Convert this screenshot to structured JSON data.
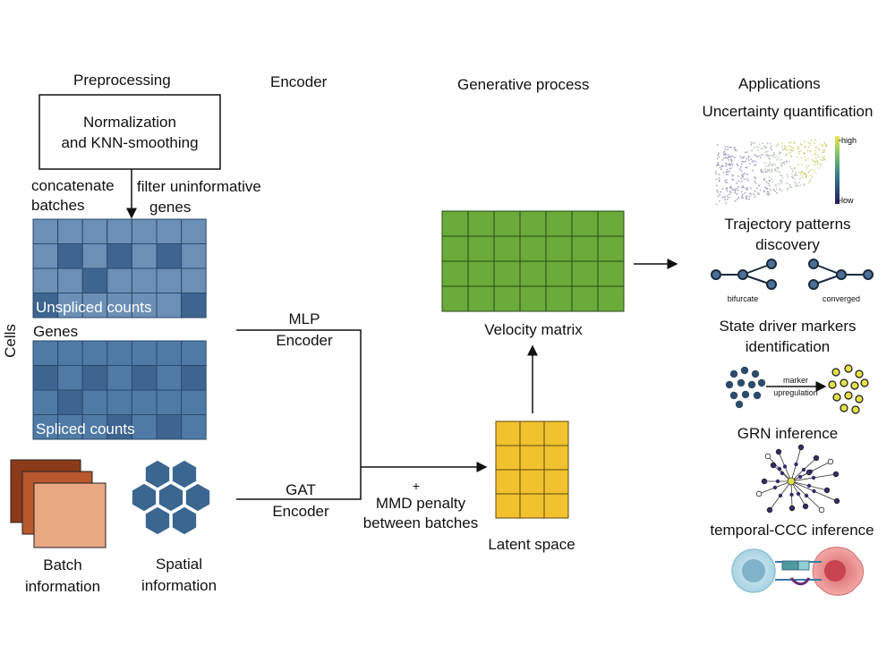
{
  "headers": {
    "preprocessing": "Preprocessing",
    "encoder": "Encoder",
    "generative": "Generative process",
    "applications": "Applications"
  },
  "preprocessing": {
    "box_line1": "Normalization",
    "box_line2": "and KNN-smoothing",
    "concat_line1": "concatenate",
    "concat_line2": "batches",
    "filter_line1": "filter uninformative",
    "filter_line2": "genes"
  },
  "matrices": {
    "unspliced": "Unspliced counts",
    "spliced": "Spliced counts",
    "genes": "Genes",
    "cells": "Cells"
  },
  "inputs": {
    "batch_line1": "Batch",
    "batch_line2": "information",
    "spatial_line1": "Spatial",
    "spatial_line2": "information"
  },
  "encoders": {
    "mlp_line1": "MLP",
    "mlp_line2": "Encoder",
    "gat_line1": "GAT",
    "gat_line2": "Encoder",
    "plus": "+",
    "mmd_line1": "MMD penalty",
    "mmd_line2": "between batches"
  },
  "generative": {
    "velocity": "Velocity matrix",
    "latent": "Latent space"
  },
  "applications": {
    "uncertainty": "Uncertainty quantification",
    "high": "high",
    "low": "low",
    "trajectory_line1": "Trajectory patterns",
    "trajectory_line2": "discovery",
    "bifurcate": "bifurcate",
    "converged": "converged",
    "driver_line1": "State driver markers",
    "driver_line2": "identification",
    "marker_line1": "marker",
    "marker_line2": "upregulation",
    "grn": "GRN inference",
    "ccc": "temporal-CCC inference"
  },
  "colors": {
    "matrix_light": "#6c8fb5",
    "matrix_dark": "#3d6590",
    "velocity_green": "#6aab3a",
    "latent_yellow": "#f2c12e",
    "batch_brown": "#8b3a1a",
    "batch_peach": "#e8a882",
    "spatial_hex": "#3a6690",
    "node_navy": "#2f4b6b",
    "node_yellow": "#e3e04a"
  }
}
